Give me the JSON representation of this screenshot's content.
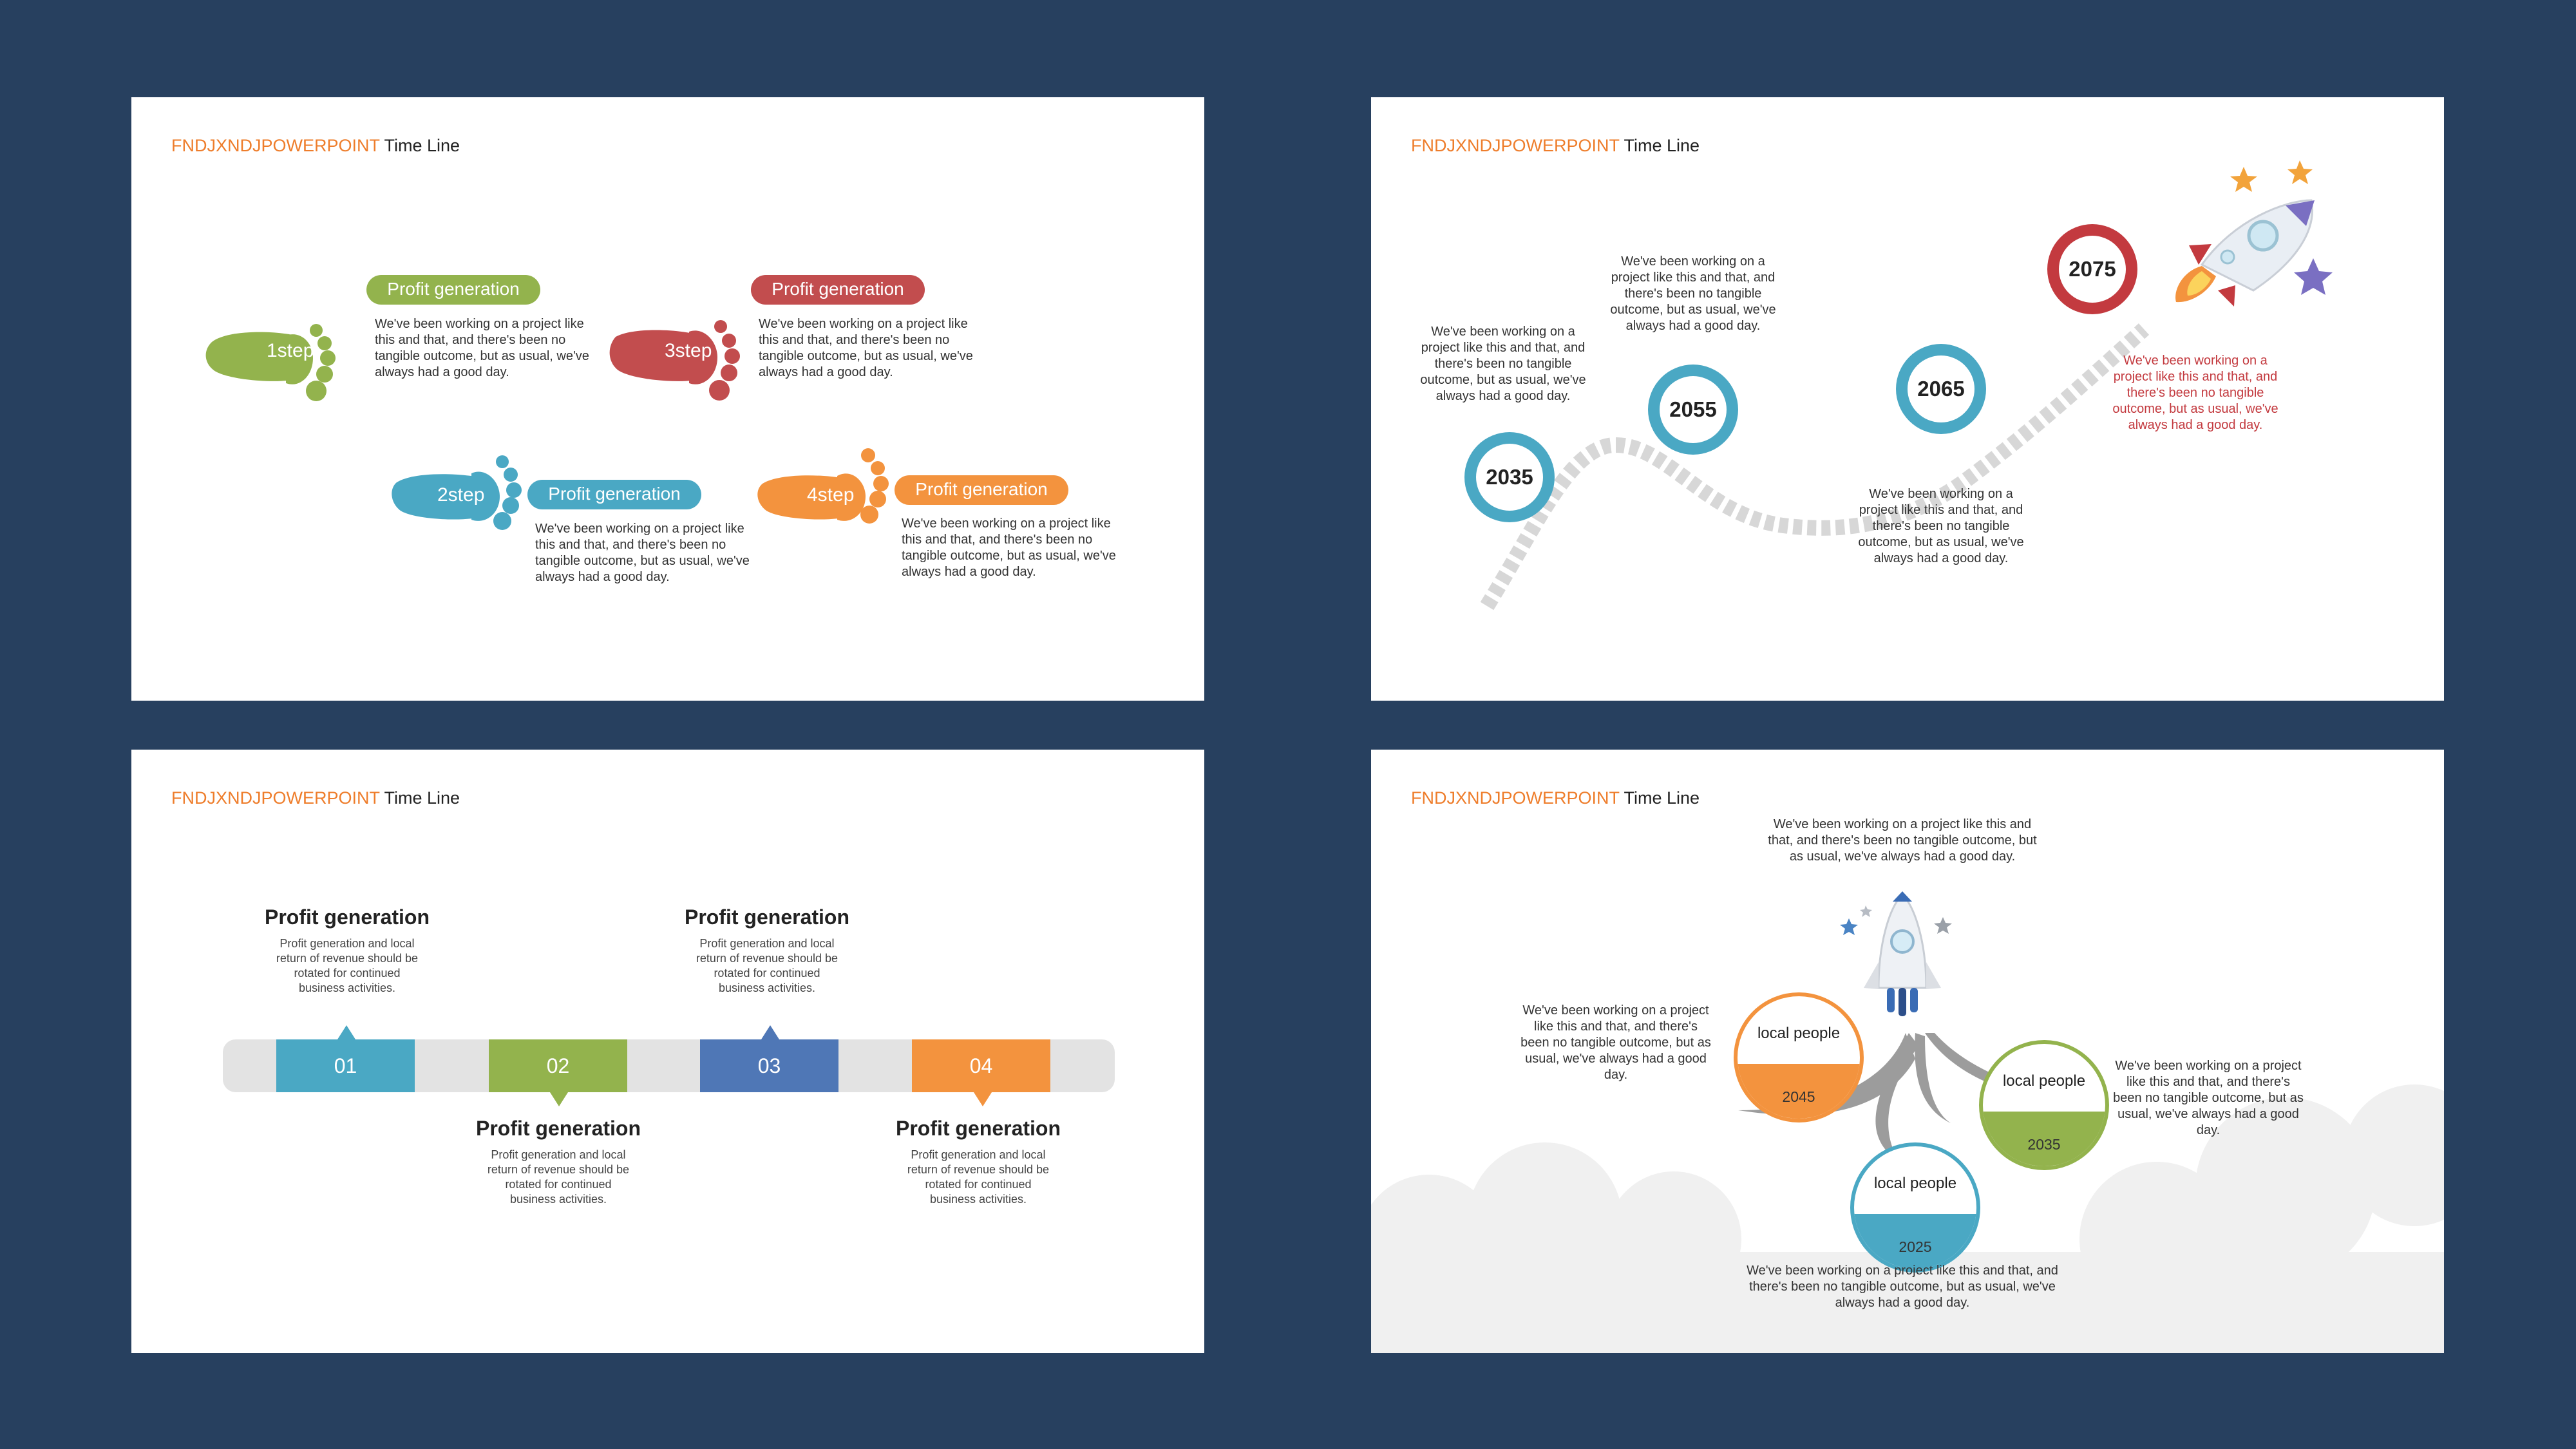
{
  "slides": {
    "brand": "FNDJXNDJPOWERPOINT",
    "title": "Time Line"
  },
  "s1": {
    "steps": [
      {
        "step": "1step",
        "label": "Profit generation",
        "text": "We've been working on a project like this and that, and there's been no tangible outcome, but as usual, we've always had a good day."
      },
      {
        "step": "3step",
        "label": "Profit generation",
        "text": "We've been working on a project like this and that, and there's been no tangible outcome, but as usual, we've always had a good day."
      },
      {
        "step": "2step",
        "label": "Profit generation",
        "text": "We've been working on a project like this and that, and there's been no tangible outcome, but as usual, we've always had a good day."
      },
      {
        "step": "4step",
        "label": "Profit generation",
        "text": "We've been working on a project like this and that, and there's been no tangible outcome, but as usual, we've always had a good day."
      }
    ]
  },
  "s2": {
    "years": [
      "2035",
      "2055",
      "2065",
      "2075"
    ],
    "texts": [
      "We've been working on a project like this and that, and there's been no tangible outcome, but as usual, we've always had a good day.",
      "We've been working on a project like this and that, and there's been no tangible outcome, but as usual, we've always had a good day.",
      "We've been working on a project like this and that, and there's been no tangible outcome, but as usual, we've always had a good day.",
      "We've been working on a project like this and that, and there's been no tangible outcome, but as usual, we've always had a good day."
    ]
  },
  "s3": {
    "nums": [
      "01",
      "02",
      "03",
      "04"
    ],
    "heads": [
      "Profit generation",
      "Profit generation",
      "Profit generation",
      "Profit generation"
    ],
    "descs": [
      "Profit generation and local return of revenue should be rotated for continued business activities.",
      "Profit generation and local return of revenue should be rotated for continued business activities.",
      "Profit generation and local return of revenue should be rotated for continued business activities.",
      "Profit generation and local return of revenue should be rotated for continued business activities."
    ]
  },
  "s4": {
    "circles": [
      {
        "label": "local people",
        "year": "2045"
      },
      {
        "label": "local people",
        "year": "2035"
      },
      {
        "label": "local people",
        "year": "2025"
      }
    ],
    "texts": [
      "We've been working on a project like this and that, and there's been no tangible outcome, but as usual, we've always had a good day.",
      "We've been working on a project like this and that, and there's been no tangible outcome, but as usual, we've always had a good day.",
      "We've been working on a project like this and that, and there's been no tangible outcome, but as usual, we've always had a good day.",
      "We've been working on a project like this and that, and there's been no tangible outcome, but as usual, we've always had a good day."
    ]
  },
  "colors": {
    "background": "#27405f",
    "green": "#93b34d",
    "red": "#c24d4e",
    "blue": "#4aa8c4",
    "orange": "#f3933e",
    "navy": "#4f77b6",
    "crimson": "#c33a3f",
    "brand": "#ee7d2b"
  }
}
